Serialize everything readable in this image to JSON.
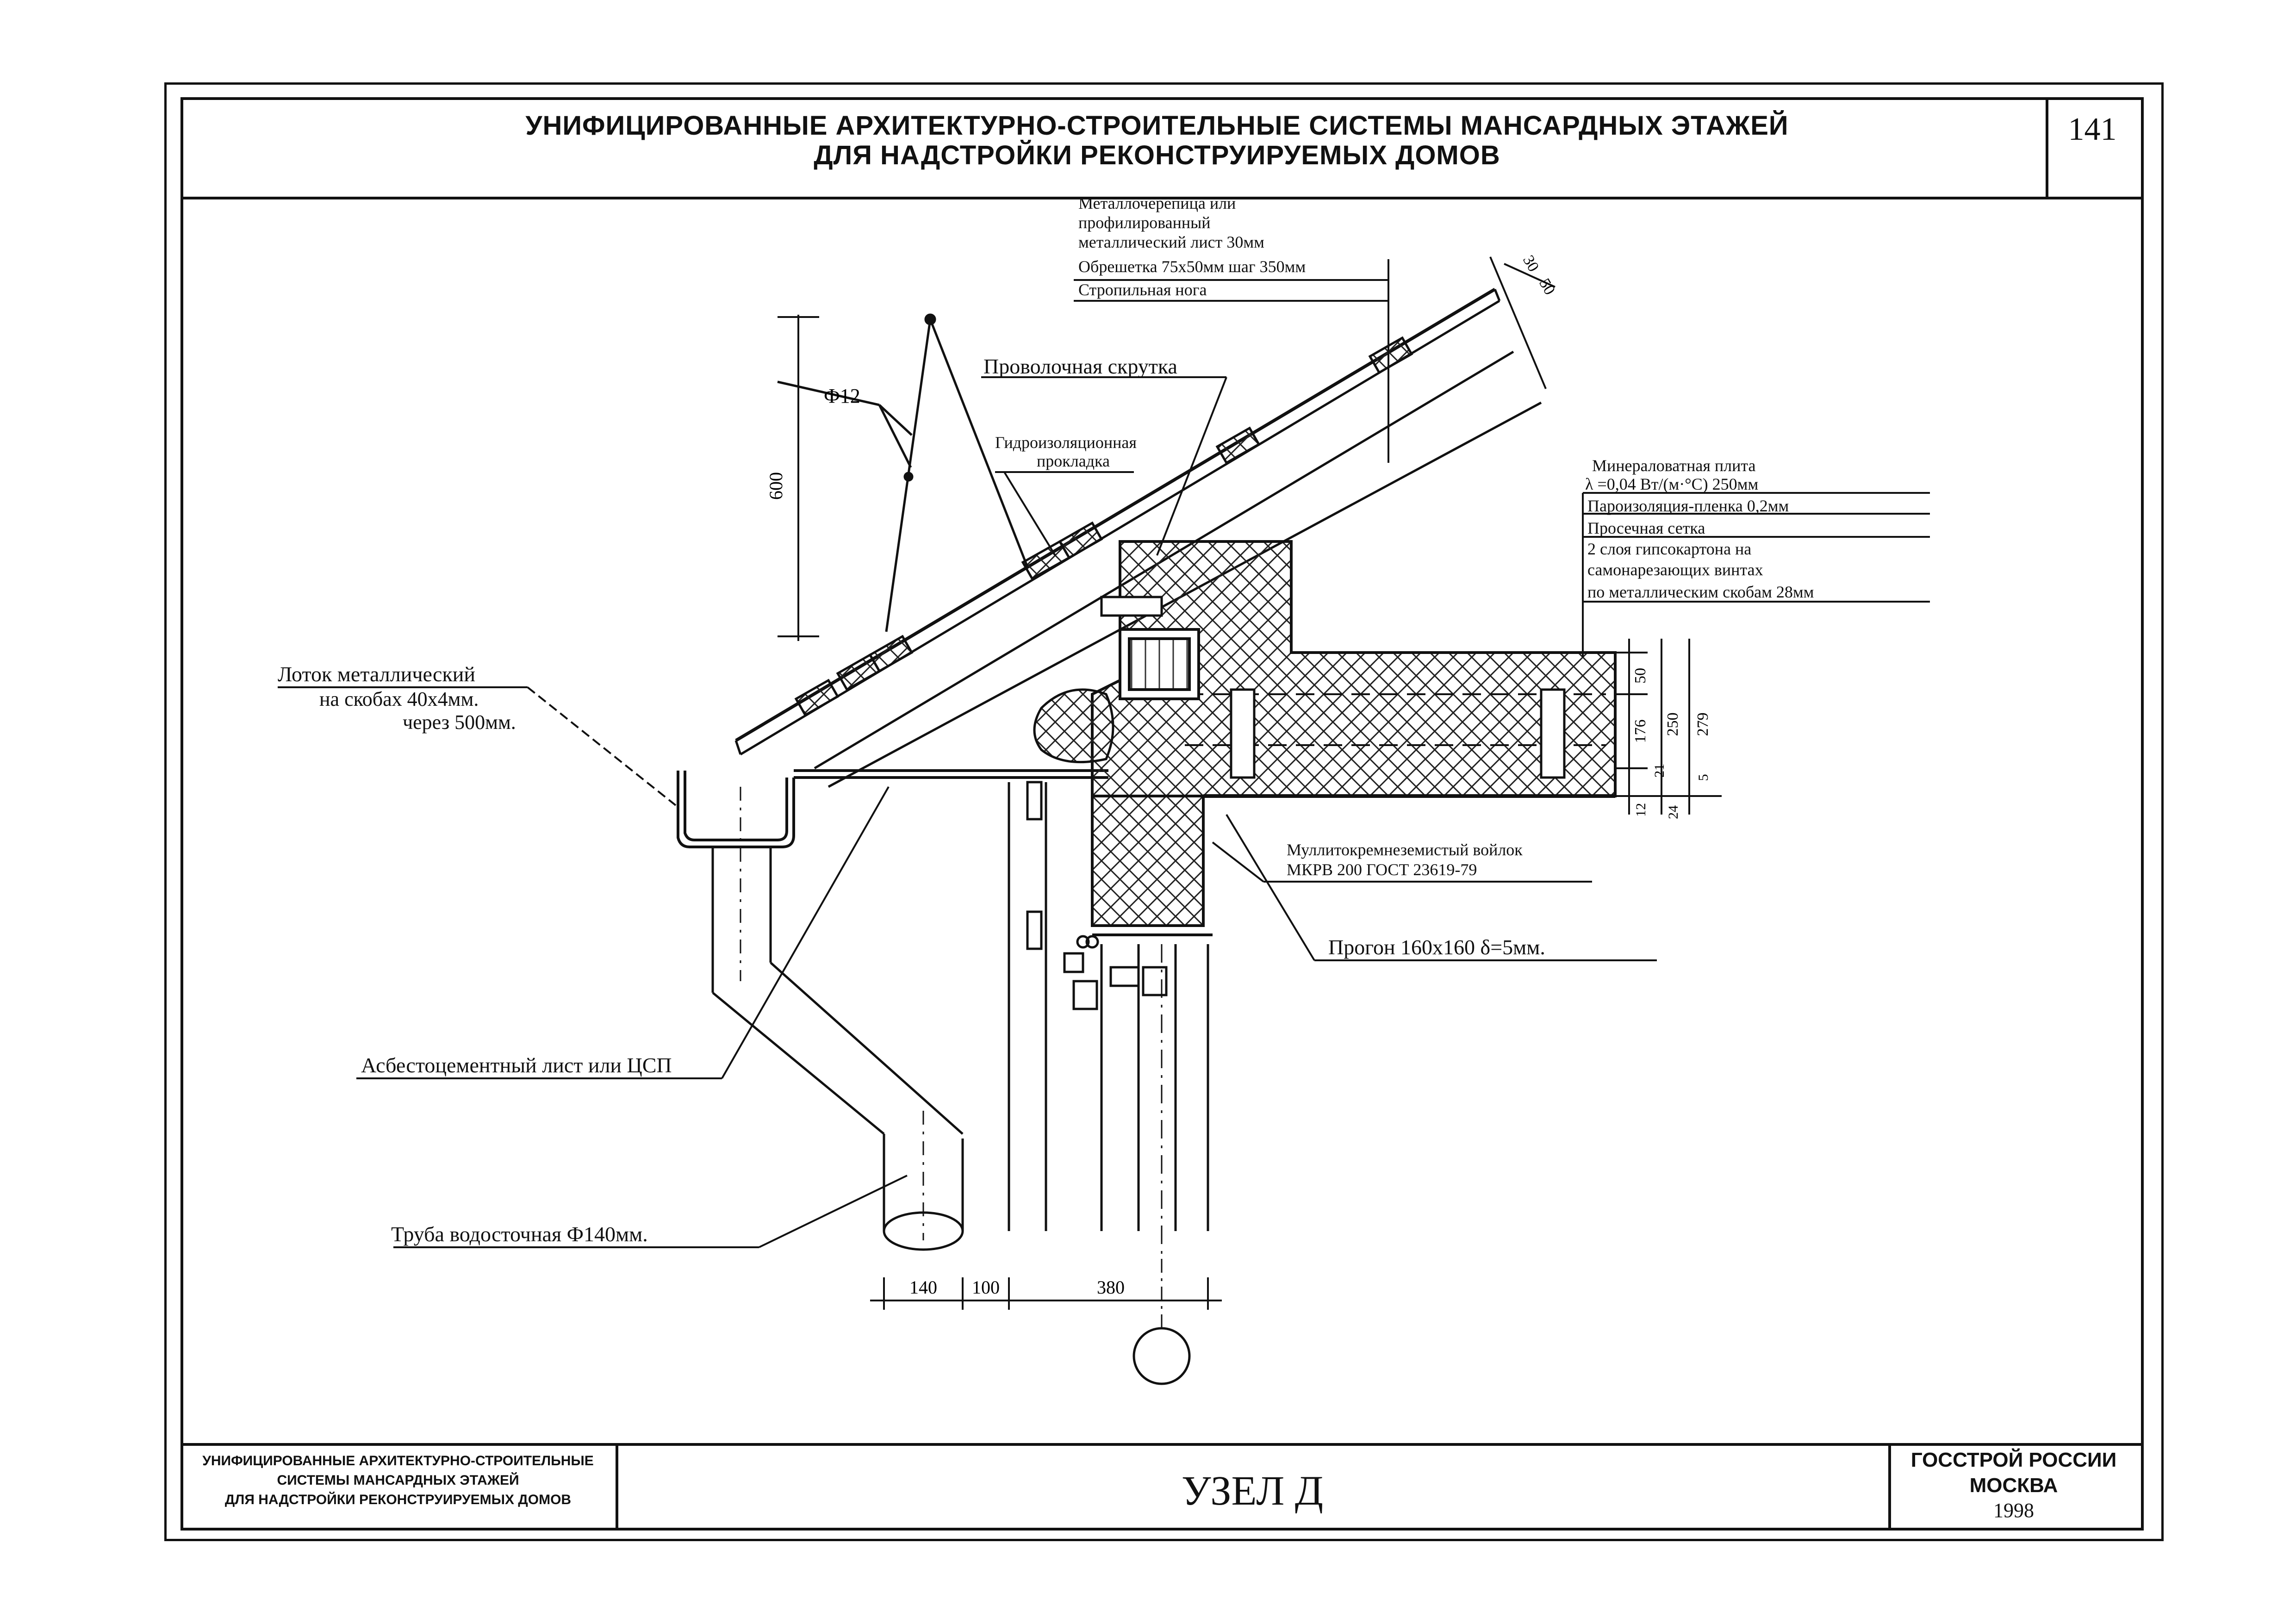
{
  "sheet": {
    "title_line1": "УНИФИЦИРОВАННЫЕ АРХИТЕКТУРНО-СТРОИТЕЛЬНЫЕ СИСТЕМЫ МАНСАРДНЫХ ЭТАЖЕЙ",
    "title_line2": "ДЛЯ НАДСТРОЙКИ РЕКОНСТРУИРУЕМЫХ ДОМОВ",
    "page_number": "141"
  },
  "stamp": {
    "left_line1": "УНИФИЦИРОВАННЫЕ АРХИТЕКТУРНО-СТРОИТЕЛЬНЫЕ",
    "left_line2": "СИСТЕМЫ МАНСАРДНЫХ ЭТАЖЕЙ",
    "left_line3": "ДЛЯ НАДСТРОЙКИ РЕКОНСТРУИРУЕМЫХ ДОМОВ",
    "drawing_name": "УЗЕЛ Д",
    "org_line1": "ГОССТРОЙ РОССИИ",
    "org_line2": "МОСКВА",
    "year": "1998"
  },
  "roof_callouts": {
    "line1": "Металлочерепица или",
    "line2": "профилированный",
    "line3": "металлический лист      30мм",
    "line4": "Обрешетка  75х50мм шаг 350мм",
    "line5": "Стропильная нога"
  },
  "insulation_callouts": {
    "line1": "Минераловатная плита",
    "line2": "λ  =0,04 Вт/(м·°С)          250мм",
    "line3": "Пароизоляция-пленка          0,2мм",
    "line4": "Просечная сетка",
    "line5": "2 слоя гипсокартона на",
    "line6": "самонарезающих винтах",
    "line7": "по металлическим скобам    28мм"
  },
  "labels": {
    "wire_twist": "Проволочная скрутка",
    "waterproof_1": "Гидроизоляционная",
    "waterproof_2": "прокладка",
    "diameter": "Ф12",
    "height_600": "600",
    "gutter_1": "Лоток металлический",
    "gutter_2": "на скобах 40х4мм.",
    "gutter_3": "через 500мм.",
    "asbestos": "Асбестоцементный лист или ЦСП",
    "downpipe": "Труба водосточная Ф140мм.",
    "felt_1": "Муллитокремнеземистый войлок",
    "felt_2": "МКРВ 200 ГОСТ 23619-79",
    "purlin": "Прогон 160х160  δ=5мм."
  },
  "dimensions": {
    "bottom": [
      "140",
      "100",
      "380"
    ],
    "slope": [
      "30",
      "50"
    ],
    "right": [
      "50",
      "176",
      "250",
      "279",
      "21",
      "5",
      "12",
      "24"
    ]
  }
}
